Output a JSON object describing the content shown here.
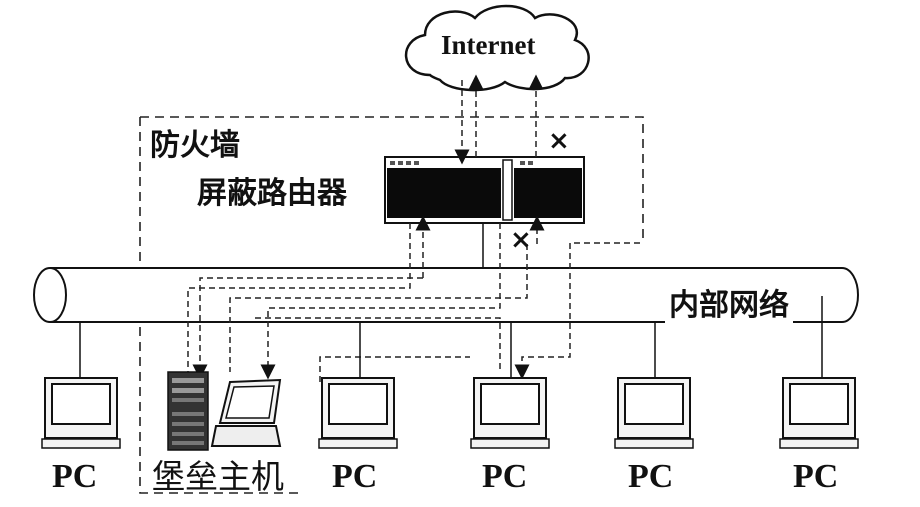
{
  "internet": {
    "label": "Internet"
  },
  "firewall": {
    "label": "防火墙"
  },
  "router": {
    "label": "屏蔽路由器"
  },
  "network": {
    "label": "内部网络"
  },
  "bastion": {
    "label": "堡垒主机"
  },
  "pcs": [
    {
      "label": "PC"
    },
    {
      "label": "PC"
    },
    {
      "label": "PC"
    },
    {
      "label": "PC"
    },
    {
      "label": "PC"
    }
  ],
  "blocked_mark": "×",
  "colors": {
    "ink": "#111111",
    "screen": "#0a0a0a",
    "case": "#f4f4f4",
    "background": "#ffffff"
  }
}
